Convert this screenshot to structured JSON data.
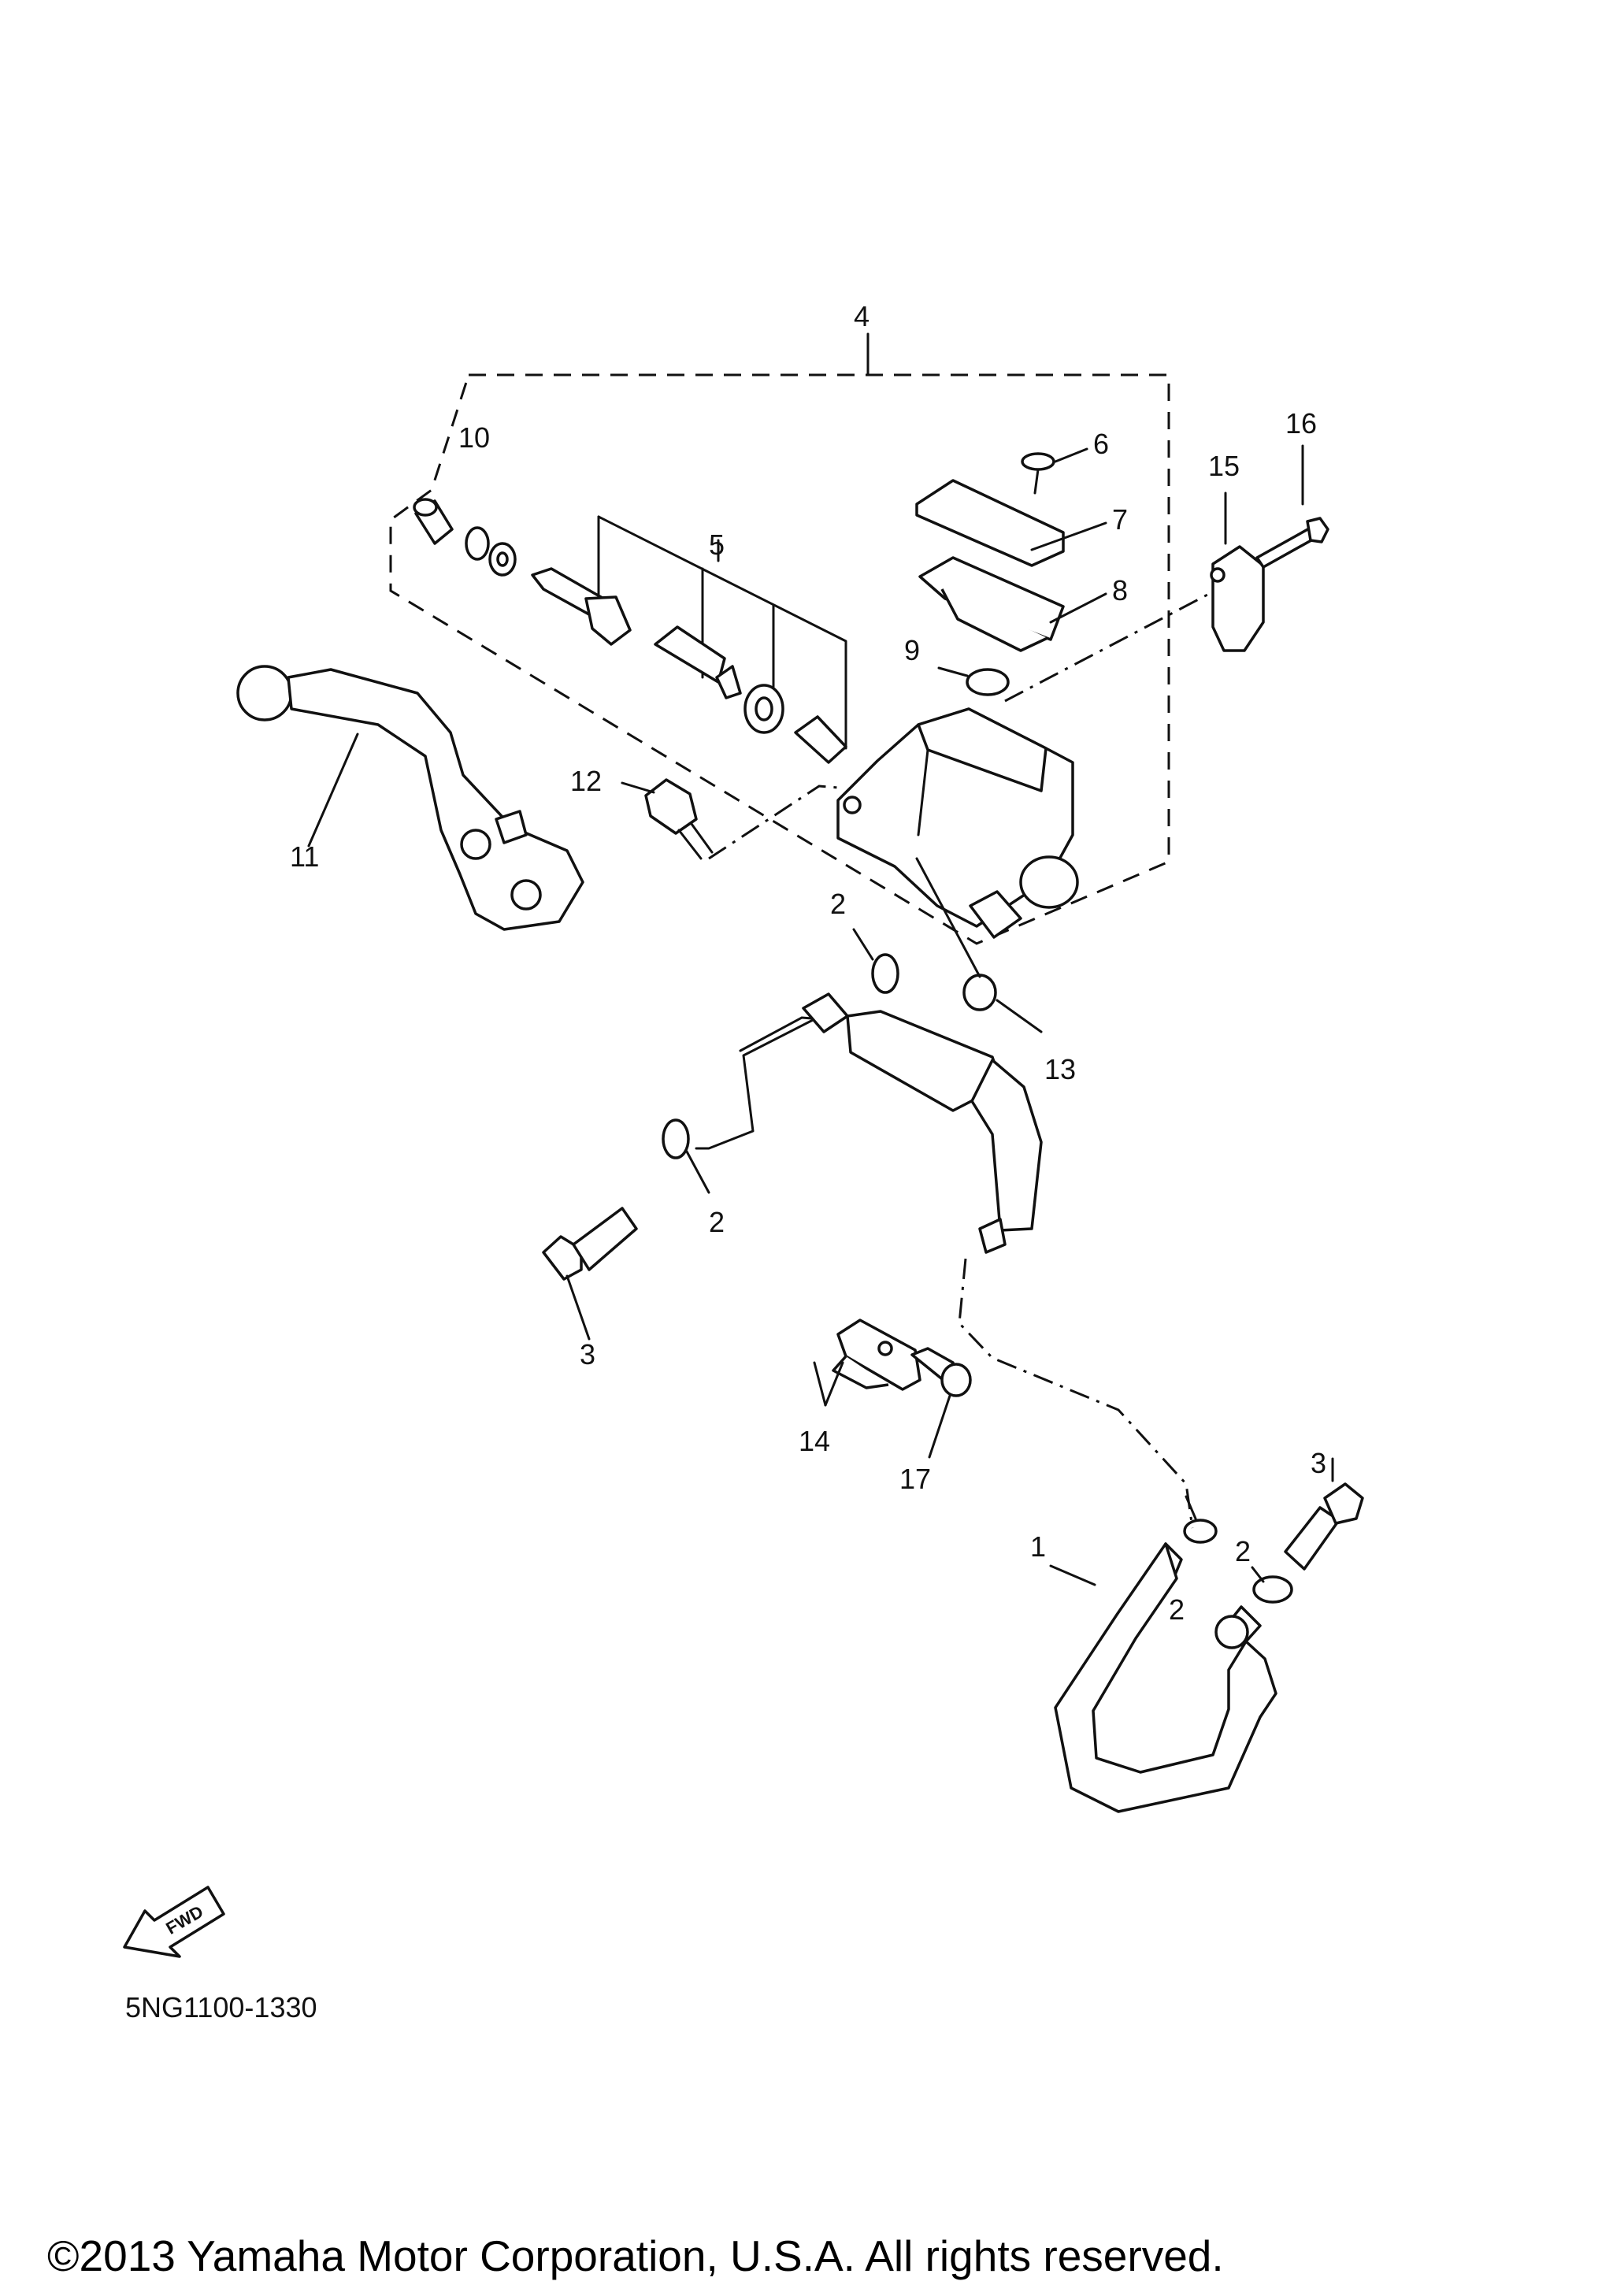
{
  "diagram": {
    "callouts": [
      "1",
      "2",
      "2",
      "2",
      "2",
      "3",
      "3",
      "4",
      "5",
      "6",
      "7",
      "8",
      "9",
      "10",
      "11",
      "12",
      "13",
      "14",
      "15",
      "16",
      "17"
    ],
    "fwd_label": "FWD",
    "code": "5NG1100-1330"
  },
  "footer": {
    "copyright": "©2013 Yamaha Motor Corporation, U.S.A. All rights reserved."
  }
}
